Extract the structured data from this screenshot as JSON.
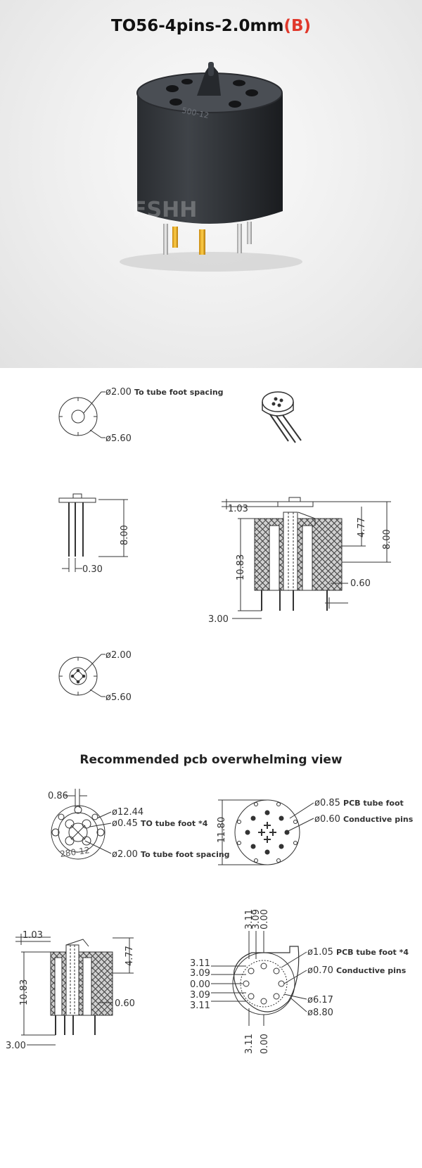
{
  "title": {
    "main": "TO56-4pins-2.0mm",
    "suffix": "(B)",
    "suffix_color": "#e0382b"
  },
  "photo": {
    "watermark": "FSHH",
    "engraving": "500-12"
  },
  "view1": {
    "d_spacing": "ø2.00",
    "d_spacing_note": "To tube foot spacing",
    "d_outer": "ø5.60"
  },
  "side1": {
    "height": "8.00",
    "pin": "0.30"
  },
  "section1": {
    "top": "1.03",
    "h1": "4.77",
    "h2": "8.00",
    "body": "10.83",
    "pin": "0.60",
    "bottom": "3.00"
  },
  "view2": {
    "d_inner": "ø2.00",
    "d_outer": "ø5.60"
  },
  "pcb_heading": "Recommended pcb overwhelming view",
  "pcb_left": {
    "top_dim": "0.86",
    "d_outer": "ø12.44",
    "d_foot": "ø0.45",
    "d_foot_note": "TO tube foot *4",
    "d_spacing": "ø2.00",
    "d_spacing_note": "To tube foot spacing",
    "engraving": "280-12"
  },
  "pcb_right": {
    "height": "11.80",
    "d_foot": "ø0.85",
    "d_foot_note": "PCB tube foot",
    "d_pin": "ø0.60",
    "d_pin_note": "Conductive pins"
  },
  "section2": {
    "top": "1.03",
    "h1": "4.77",
    "body": "10.83",
    "pin": "0.60",
    "bottom": "3.00"
  },
  "coord": {
    "top_a": "3.11",
    "top_b": "3.09",
    "top_c": "0.00",
    "left": [
      "3.11",
      "3.09",
      "0.00",
      "3.09",
      "3.11"
    ],
    "bottom_a": "3.11",
    "bottom_c": "0.00",
    "d_foot": "ø1.05",
    "d_foot_note": "PCB tube foot *4",
    "d_pin": "ø0.70",
    "d_pin_note": "Conductive pins",
    "d_mid": "ø6.17",
    "d_outer": "ø8.80"
  }
}
